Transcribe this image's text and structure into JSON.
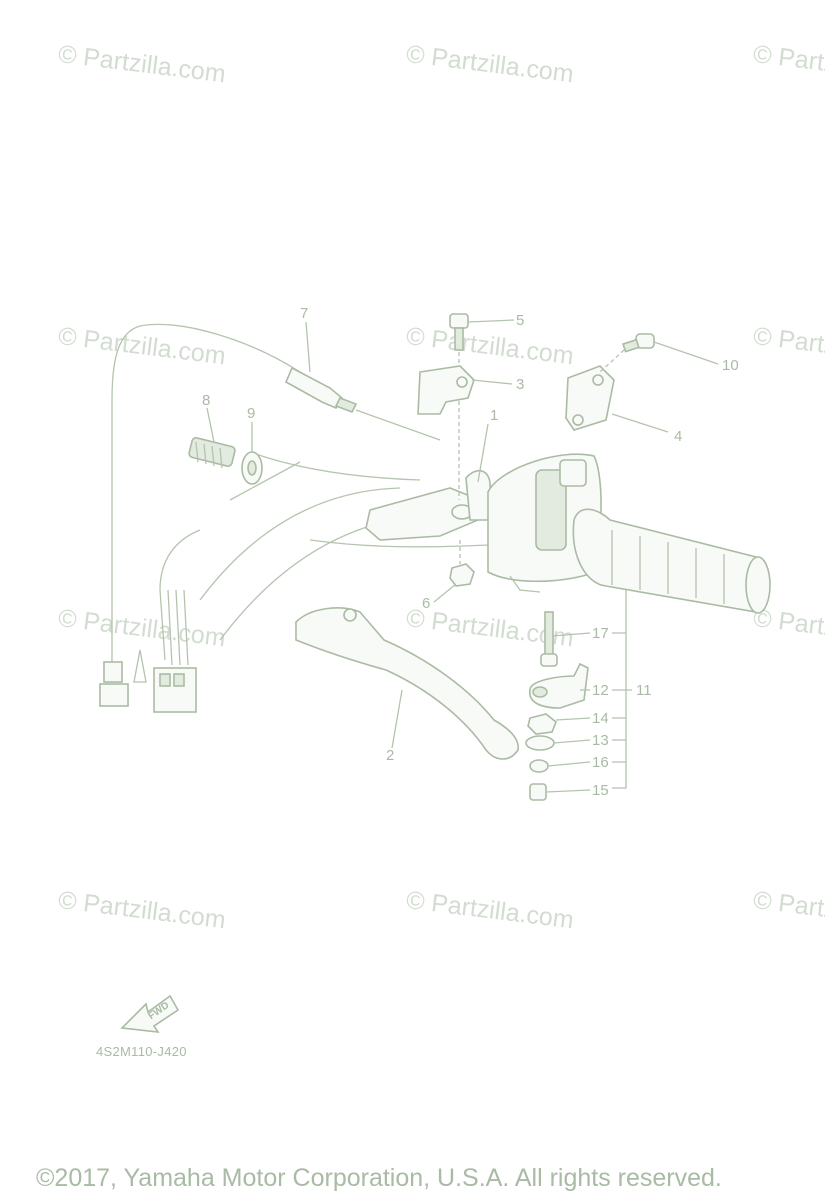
{
  "watermark": {
    "text": "© Partzilla.com"
  },
  "diagram": {
    "callouts": {
      "c1": "1",
      "c2": "2",
      "c3": "3",
      "c4": "4",
      "c5": "5",
      "c6": "6",
      "c7": "7",
      "c8": "8",
      "c9": "9",
      "c10": "10",
      "c11": "11",
      "c12": "12",
      "c13": "13",
      "c14": "14",
      "c15": "15",
      "c16": "16",
      "c17": "17"
    },
    "fwd_label": "FWD",
    "diagram_code": "4S2M110-J420"
  },
  "footer": {
    "copyright": "©2017, Yamaha Motor Corporation, U.S.A. All rights reserved."
  },
  "colors": {
    "line": "#b4c4ae",
    "text": "#a9bba4",
    "watermark": "#d2dcd0"
  }
}
